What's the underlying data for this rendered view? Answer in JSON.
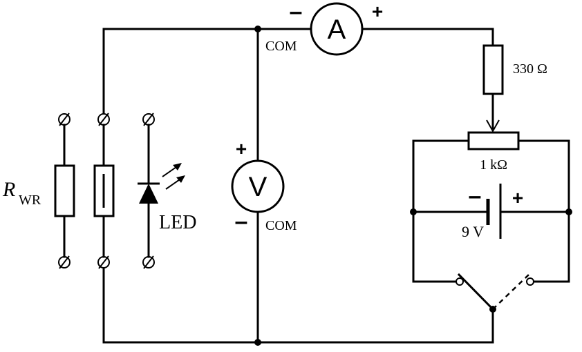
{
  "components": {
    "ammeter": {
      "symbol": "A",
      "minus_sign": "–",
      "plus_sign": "+",
      "com_label": "COM"
    },
    "voltmeter": {
      "symbol": "V",
      "plus_sign": "+",
      "minus_sign": "–",
      "com_label": "COM"
    },
    "resistor_330": {
      "label": "330 Ω"
    },
    "potentiometer": {
      "label": "1 kΩ"
    },
    "battery": {
      "label": "9 V",
      "minus_sign": "–",
      "plus_sign": "+"
    },
    "led": {
      "label": "LED"
    },
    "rwr": {
      "symbol": "R",
      "subscript": "WR"
    }
  },
  "colors": {
    "line": "#000000",
    "background": "#ffffff"
  }
}
